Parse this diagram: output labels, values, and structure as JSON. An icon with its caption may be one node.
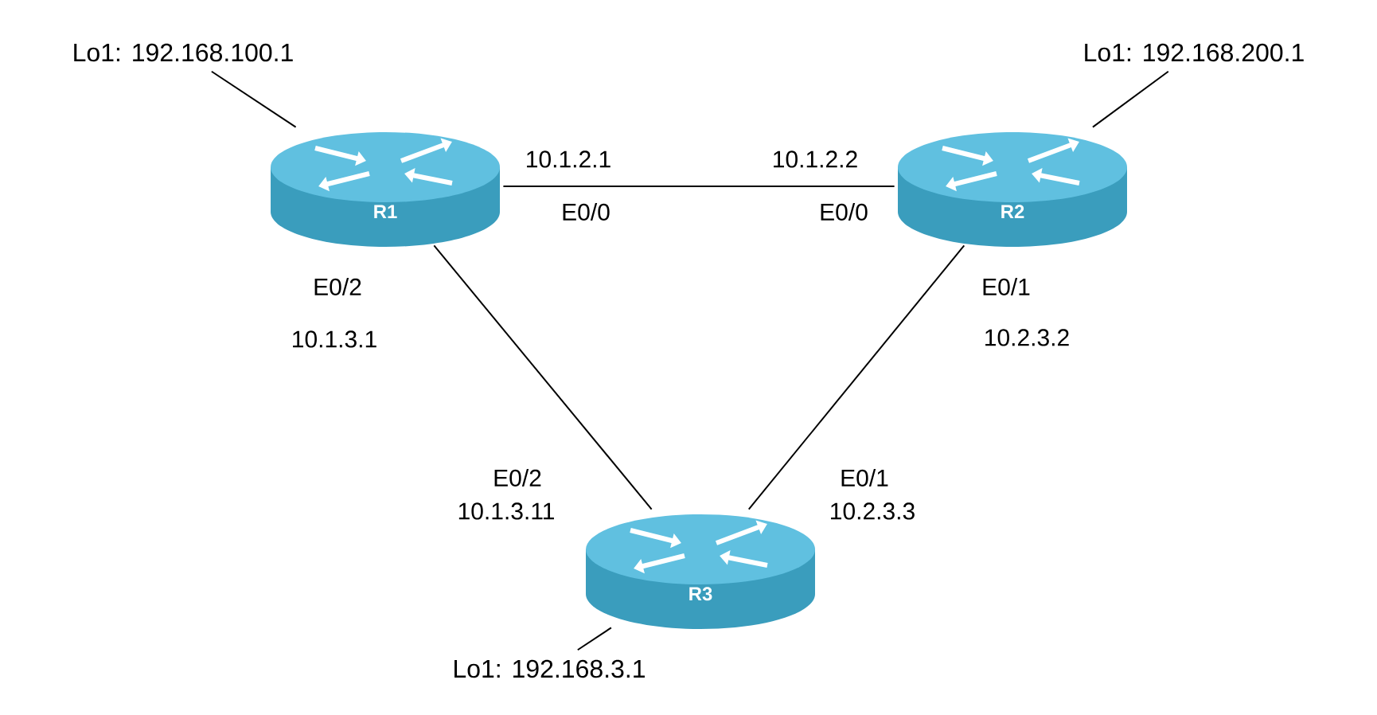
{
  "diagram": {
    "nodes": [
      {
        "text": [
          "Lo1: 192.168.100.1"
        ]
      },
      {
        "text": [
          "Lo1: 192.168.200.1"
        ]
      },
      {
        "text": [
          "R1"
        ]
      },
      {
        "text": [
          "R2"
        ]
      },
      {
        "text": [
          "R3"
        ]
      },
      {
        "text": [
          "Lo1: 192.168.3.1"
        ]
      }
    ],
    "edges": [
      {
        "from": 2,
        "to": 0,
        "arrow": "none"
      },
      {
        "from": 3,
        "to": 1,
        "arrow": "none"
      },
      {
        "from": 2,
        "to": 3,
        "arrow": "none"
      },
      {
        "from": 2,
        "to": 4,
        "arrow": "none"
      },
      {
        "from": 3,
        "to": 4,
        "arrow": "none"
      },
      {
        "from": 4,
        "to": 5,
        "arrow": "none"
      }
    ],
    "labels": [
      "10.1.2.1",
      "10.1.2.2",
      "E0/0",
      "E0/0",
      "E0/2",
      "E0/1",
      "10.1.3.1",
      "10.2.3.2",
      "E0/2",
      "E0/1",
      "10.1.3.11",
      "10.2.3.3"
    ]
  }
}
